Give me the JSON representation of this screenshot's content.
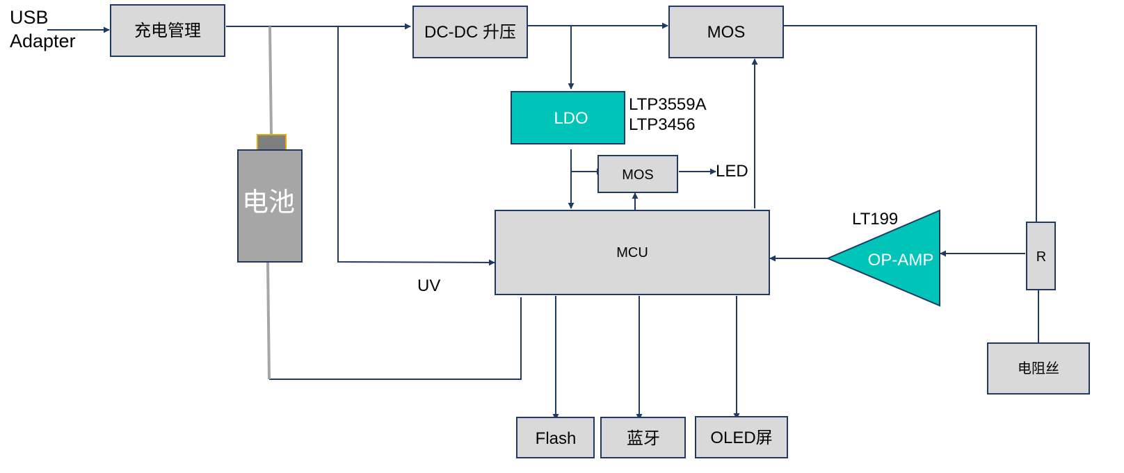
{
  "inputs": {
    "usb_line1": "USB",
    "usb_line2": "Adapter"
  },
  "blocks": {
    "charge_mgmt": "充电管理",
    "dcdc_boost": "DC-DC 升压",
    "mos_top": "MOS",
    "ldo": "LDO",
    "mos_led": "MOS",
    "mcu": "MCU",
    "op_amp": "OP-AMP",
    "resistor": "R",
    "heating_wire": "电阻丝",
    "battery": "电池",
    "flash": "Flash",
    "bluetooth": "蓝牙",
    "oled": "OLED屏"
  },
  "labels": {
    "ldo_part1": "LTP3559A",
    "ldo_part2": "LTP3456",
    "led": "LED",
    "opamp_part": "LT199",
    "uv": "UV"
  },
  "colors": {
    "box_fill": "#d9d9d9",
    "accent_teal": "#00c4b8",
    "wire": "#1f3864",
    "battery_fill": "#a6a6a6",
    "battery_cap_border": "#e6a800"
  }
}
